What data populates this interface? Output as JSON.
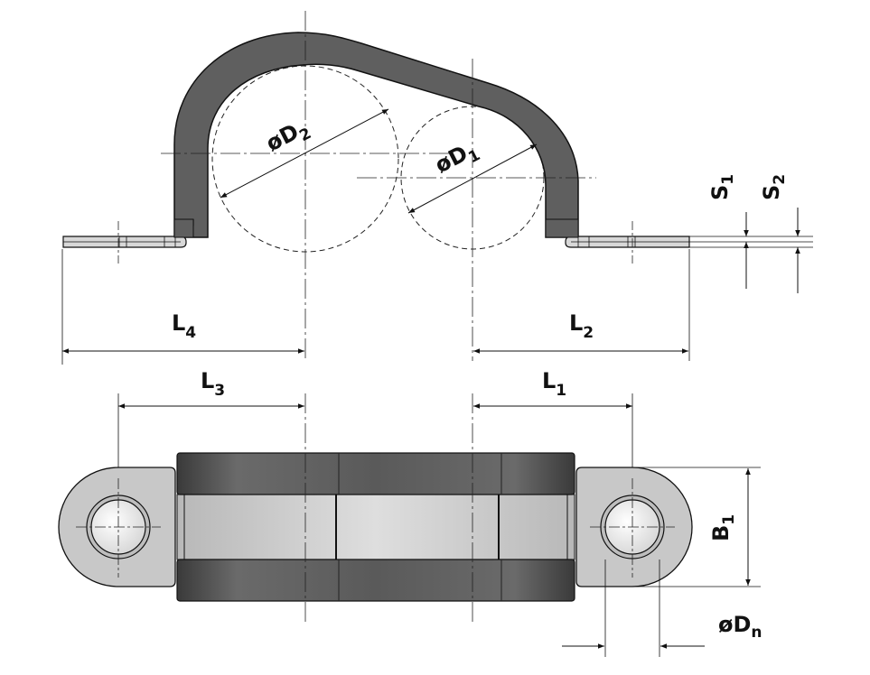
{
  "labels": {
    "d2": {
      "main": "øD",
      "sub": "2"
    },
    "d1": {
      "main": "øD",
      "sub": "1"
    },
    "s1": {
      "main": "S",
      "sub": "1"
    },
    "s2": {
      "main": "S",
      "sub": "2"
    },
    "l4": {
      "main": "L",
      "sub": "4"
    },
    "l2": {
      "main": "L",
      "sub": "2"
    },
    "l3": {
      "main": "L",
      "sub": "3"
    },
    "l1": {
      "main": "L",
      "sub": "1"
    },
    "b1": {
      "main": "B",
      "sub": "1"
    },
    "dn": {
      "main": "øD",
      "sub": "n"
    }
  },
  "colors": {
    "clamp_dark": "#5c5c5c",
    "clamp_light": "#c9c9c9",
    "insert_light": "#cfcfcf",
    "line": "#111111"
  }
}
